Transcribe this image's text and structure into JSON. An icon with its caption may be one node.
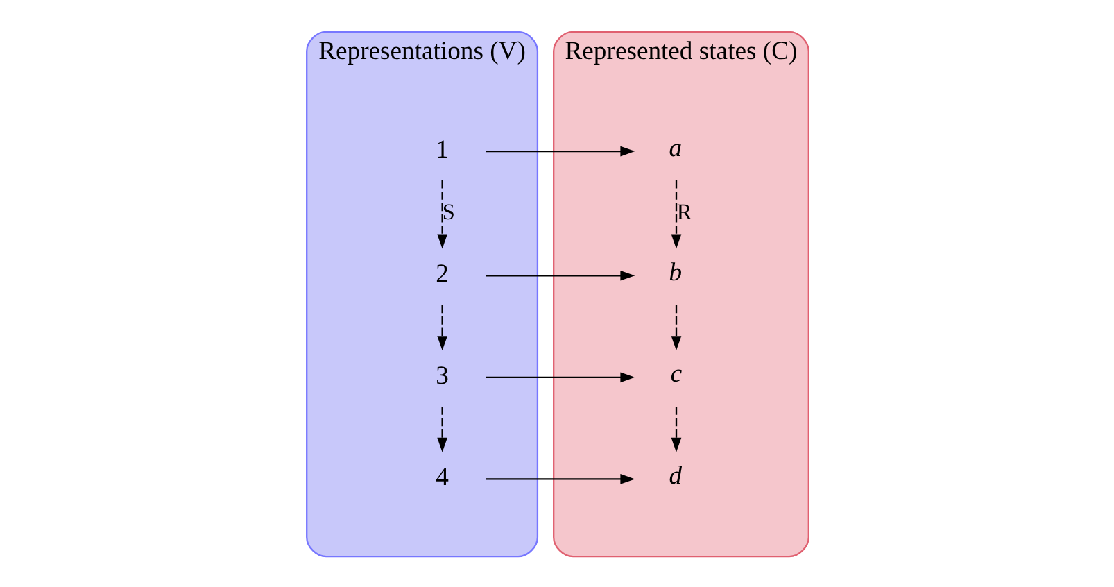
{
  "diagram": {
    "nodes": [
      {
        "text": [
          "Representations (V)"
        ]
      },
      {
        "text": [
          "1"
        ],
        "in": 0
      },
      {
        "text": [
          "2"
        ],
        "in": 0
      },
      {
        "text": [
          "3"
        ],
        "in": 0
      },
      {
        "text": [
          "4"
        ],
        "in": 0
      },
      {
        "text": [
          "Represented states (C)"
        ]
      },
      {
        "text": [
          "a"
        ],
        "in": 5
      },
      {
        "text": [
          "b"
        ],
        "in": 5
      },
      {
        "text": [
          "c"
        ],
        "in": 5
      },
      {
        "text": [
          "d"
        ],
        "in": 5
      }
    ],
    "edges": [
      {
        "from": 1,
        "to": 2,
        "arrow": "to",
        "style": "dashed",
        "label": "S"
      },
      {
        "from": 2,
        "to": 3,
        "arrow": "to",
        "style": "dashed"
      },
      {
        "from": 3,
        "to": 4,
        "arrow": "to",
        "style": "dashed"
      },
      {
        "from": 6,
        "to": 7,
        "arrow": "to",
        "style": "dashed",
        "label": "R"
      },
      {
        "from": 7,
        "to": 8,
        "arrow": "to",
        "style": "dashed"
      },
      {
        "from": 8,
        "to": 9,
        "arrow": "to",
        "style": "dashed"
      },
      {
        "from": 1,
        "to": 6,
        "arrow": "to"
      },
      {
        "from": 2,
        "to": 7,
        "arrow": "to"
      },
      {
        "from": 3,
        "to": 8,
        "arrow": "to"
      },
      {
        "from": 4,
        "to": 9,
        "arrow": "to"
      }
    ]
  }
}
